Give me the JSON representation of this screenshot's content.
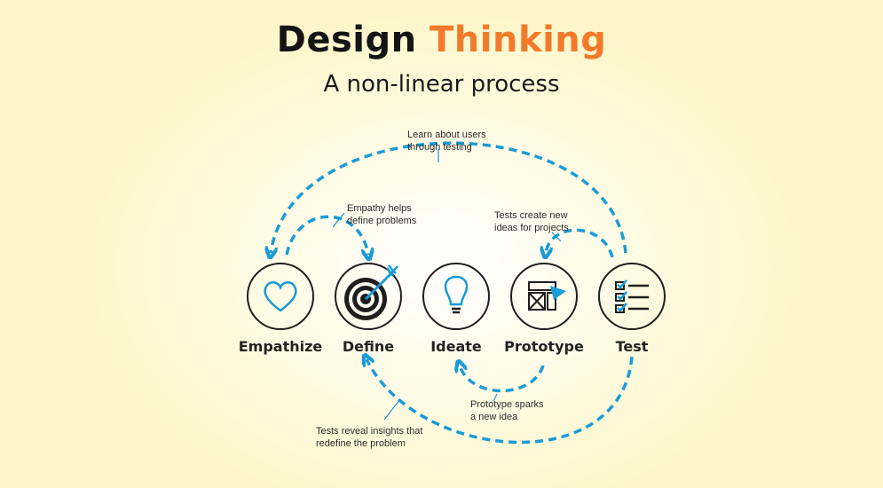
{
  "title": {
    "part1": "Design",
    "part2": "Thinking",
    "accent_color": "#f37a2a"
  },
  "subtitle": "A non-linear process",
  "colors": {
    "arrow": "#1a9bd7",
    "icon_stroke": "#1e1e1e",
    "background": "#fef6c8"
  },
  "stages": [
    {
      "label": "Empathize",
      "icon": "heart-icon"
    },
    {
      "label": "Define",
      "icon": "target-icon"
    },
    {
      "label": "Ideate",
      "icon": "lightbulb-icon"
    },
    {
      "label": "Prototype",
      "icon": "wireframe-icon"
    },
    {
      "label": "Test",
      "icon": "checklist-icon"
    }
  ],
  "notes": {
    "learn": "Learn about users\nthrough testing",
    "empathy": "Empathy helps\ndefine problems",
    "tests_create": "Tests create new\nideas for projects",
    "prototype_sparks": "Prototype sparks\na new idea",
    "tests_reveal": "Tests reveal insights that\nredefine the problem"
  }
}
